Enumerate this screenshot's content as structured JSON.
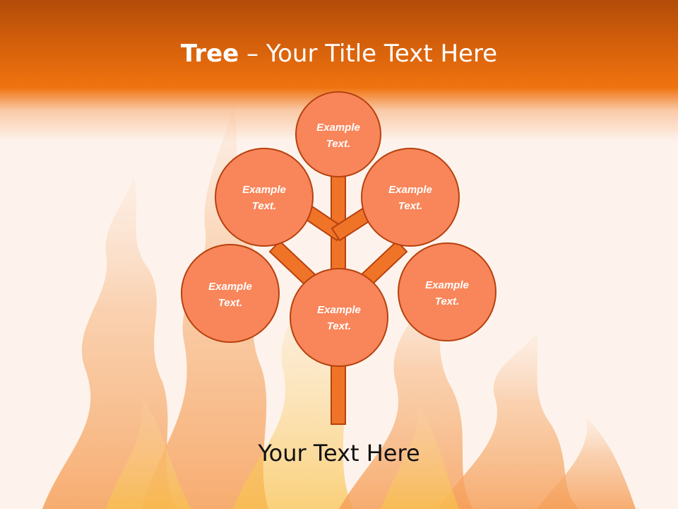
{
  "title": {
    "bold": "Tree",
    "rest": " – Your Title Text Here"
  },
  "nodes": [
    {
      "line1": "Example",
      "line2": "Text."
    },
    {
      "line1": "Example",
      "line2": "Text."
    },
    {
      "line1": "Example",
      "line2": "Text."
    },
    {
      "line1": "Example",
      "line2": "Text."
    },
    {
      "line1": "Example",
      "line2": "Text."
    },
    {
      "line1": "Example",
      "line2": "Text."
    }
  ],
  "footer": "Your Text Here",
  "colors": {
    "node_fill": "#f8865a",
    "node_stroke": "#b7410e",
    "branch": "#f07427",
    "title_bar": "#e8690f"
  }
}
